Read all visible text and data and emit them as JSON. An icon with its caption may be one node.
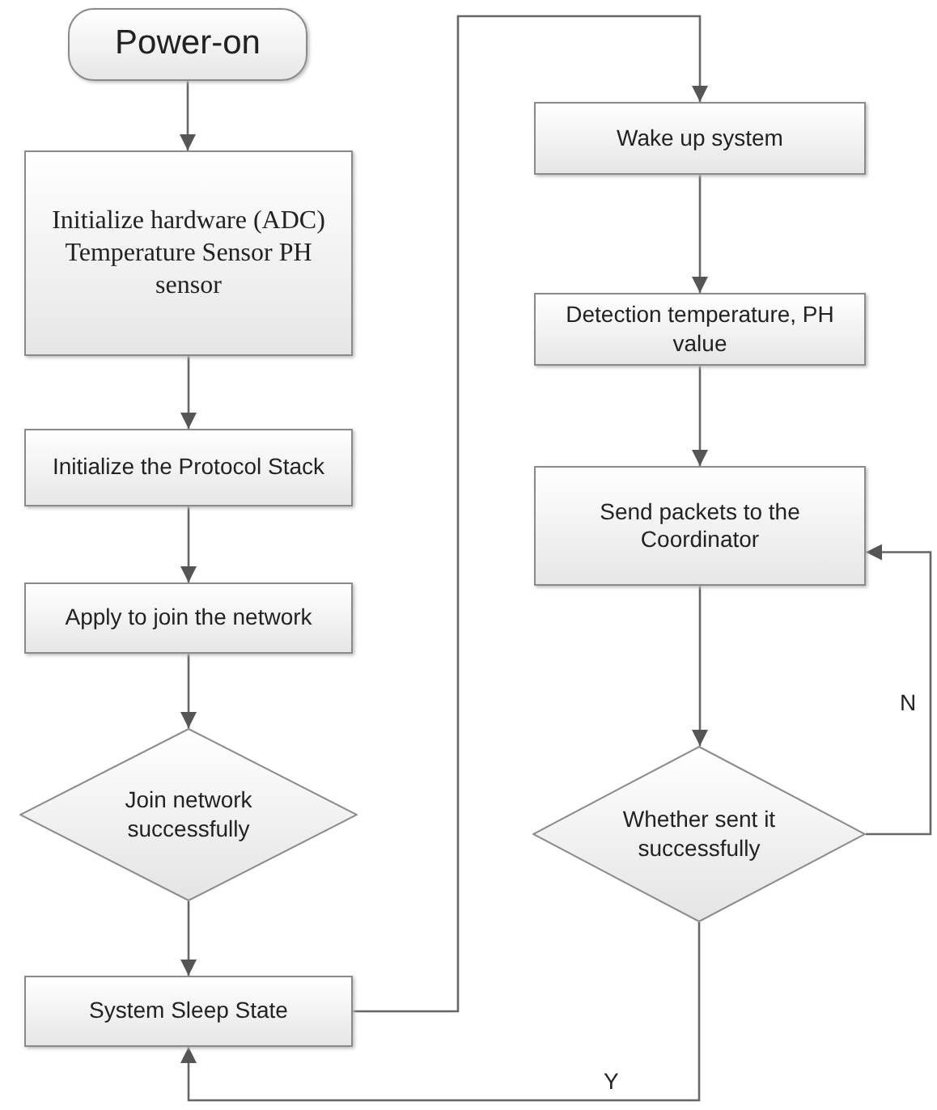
{
  "diagram": {
    "nodes": [
      {
        "text": [
          "Power-on"
        ]
      },
      {
        "text": [
          "Initialize hardware (ADC) Temperature Sensor PH sensor"
        ]
      },
      {
        "text": [
          "Initialize the Protocol Stack"
        ]
      },
      {
        "text": [
          "Apply to join the network"
        ]
      },
      {
        "text": [
          "Join network successfully"
        ]
      },
      {
        "text": [
          "System Sleep State"
        ]
      },
      {
        "text": [
          "Wake up system"
        ]
      },
      {
        "text": [
          "Detection temperature, PH value"
        ]
      },
      {
        "text": [
          "Send packets to the Coordinator"
        ]
      },
      {
        "text": [
          "Whether sent it successfully"
        ]
      }
    ],
    "edges": [
      {
        "from": 0,
        "to": 1,
        "arrow": "to"
      },
      {
        "from": 1,
        "to": 2,
        "arrow": "to"
      },
      {
        "from": 2,
        "to": 3,
        "arrow": "to"
      },
      {
        "from": 3,
        "to": 4,
        "arrow": "to"
      },
      {
        "from": 4,
        "to": 5,
        "arrow": "to"
      },
      {
        "from": 5,
        "to": 6,
        "arrow": "to"
      },
      {
        "from": 6,
        "to": 7,
        "arrow": "to"
      },
      {
        "from": 7,
        "to": 8,
        "arrow": "to"
      },
      {
        "from": 8,
        "to": 9,
        "arrow": "to"
      },
      {
        "from": 9,
        "to": 8,
        "label": "N",
        "arrow": "to"
      },
      {
        "from": 9,
        "to": 5,
        "label": "Y",
        "arrow": "to"
      }
    ]
  }
}
